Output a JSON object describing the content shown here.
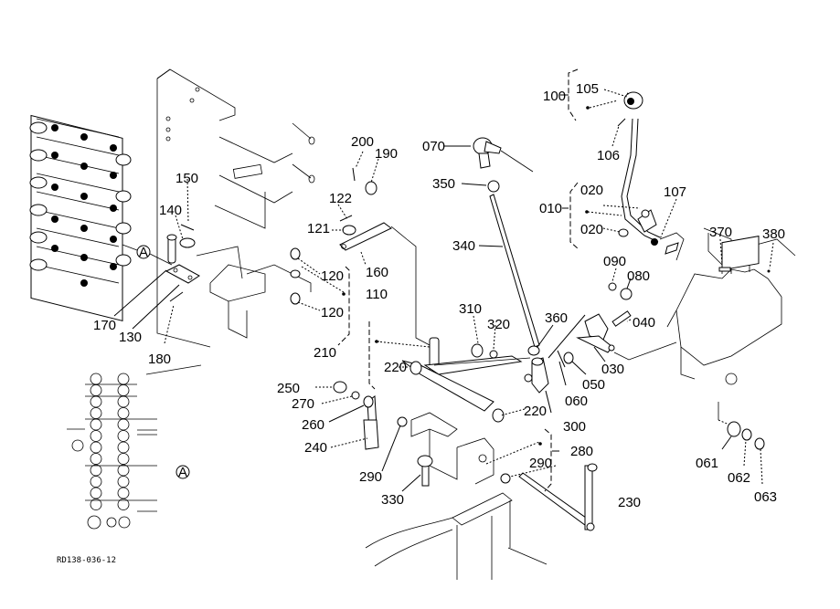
{
  "diagram": {
    "title": "Control valve / lever linkage exploded parts diagram",
    "drawing_code": "RD138-036-12",
    "view_reference": "A",
    "labels": [
      {
        "id": "100",
        "text": "100"
      },
      {
        "id": "105",
        "text": "105"
      },
      {
        "id": "106",
        "text": "106"
      },
      {
        "id": "107",
        "text": "107"
      },
      {
        "id": "010",
        "text": "010"
      },
      {
        "id": "020a",
        "text": "020"
      },
      {
        "id": "020b",
        "text": "020"
      },
      {
        "id": "070",
        "text": "070"
      },
      {
        "id": "350",
        "text": "350"
      },
      {
        "id": "340",
        "text": "340"
      },
      {
        "id": "200",
        "text": "200"
      },
      {
        "id": "190",
        "text": "190"
      },
      {
        "id": "122",
        "text": "122"
      },
      {
        "id": "121",
        "text": "121"
      },
      {
        "id": "160",
        "text": "160"
      },
      {
        "id": "150",
        "text": "150"
      },
      {
        "id": "140",
        "text": "140"
      },
      {
        "id": "120a",
        "text": "120"
      },
      {
        "id": "120b",
        "text": "120"
      },
      {
        "id": "110",
        "text": "110"
      },
      {
        "id": "170",
        "text": "170"
      },
      {
        "id": "130",
        "text": "130"
      },
      {
        "id": "180",
        "text": "180"
      },
      {
        "id": "210",
        "text": "210"
      },
      {
        "id": "220a",
        "text": "220"
      },
      {
        "id": "220b",
        "text": "220"
      },
      {
        "id": "310",
        "text": "310"
      },
      {
        "id": "320",
        "text": "320"
      },
      {
        "id": "360",
        "text": "360"
      },
      {
        "id": "250",
        "text": "250"
      },
      {
        "id": "270",
        "text": "270"
      },
      {
        "id": "260",
        "text": "260"
      },
      {
        "id": "240",
        "text": "240"
      },
      {
        "id": "290a",
        "text": "290"
      },
      {
        "id": "290b",
        "text": "290"
      },
      {
        "id": "330",
        "text": "330"
      },
      {
        "id": "300",
        "text": "300"
      },
      {
        "id": "280",
        "text": "280"
      },
      {
        "id": "230",
        "text": "230"
      },
      {
        "id": "060",
        "text": "060"
      },
      {
        "id": "050",
        "text": "050"
      },
      {
        "id": "030",
        "text": "030"
      },
      {
        "id": "040",
        "text": "040"
      },
      {
        "id": "090",
        "text": "090"
      },
      {
        "id": "080",
        "text": "080"
      },
      {
        "id": "370",
        "text": "370"
      },
      {
        "id": "380",
        "text": "380"
      },
      {
        "id": "061",
        "text": "061"
      },
      {
        "id": "062",
        "text": "062"
      },
      {
        "id": "063",
        "text": "063"
      }
    ]
  }
}
